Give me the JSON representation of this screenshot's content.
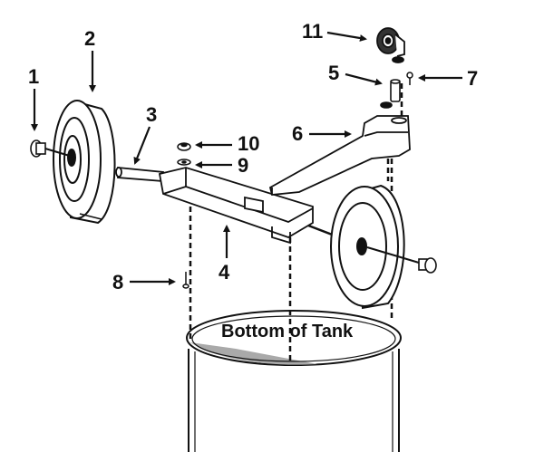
{
  "diagram": {
    "caption": "Bottom of Tank",
    "callouts": [
      {
        "number": "1"
      },
      {
        "number": "2"
      },
      {
        "number": "3"
      },
      {
        "number": "4"
      },
      {
        "number": "5"
      },
      {
        "number": "6"
      },
      {
        "number": "7"
      },
      {
        "number": "8"
      },
      {
        "number": "9"
      },
      {
        "number": "10"
      },
      {
        "number": "11"
      }
    ],
    "colors": {
      "line": "#111111",
      "shade": "#a9a9a9",
      "paper": "#ffffff"
    }
  }
}
